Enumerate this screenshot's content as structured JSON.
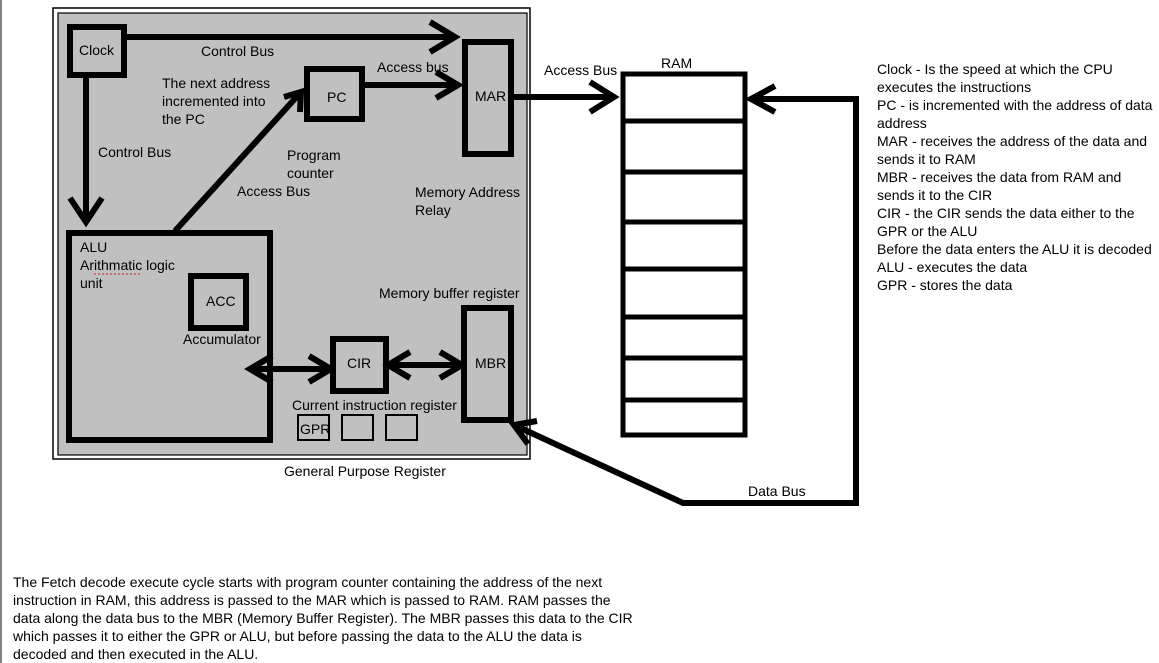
{
  "diagram": {
    "cpu": {
      "clock": "Clock",
      "pc": "PC",
      "mar": "MAR",
      "alu_title": "ALU",
      "alu_line2": "Arithmatic logic",
      "alu_line3": "unit",
      "acc": "ACC",
      "accumulator": "Accumulator",
      "cir": "CIR",
      "mbr": "MBR",
      "gpr": "GPR",
      "gpr_caption": "General Purpose Register"
    },
    "labels": {
      "control_bus_top": "Control Bus",
      "control_bus_left": "Control Bus",
      "access_bus_mar": "Access bus",
      "access_bus_ram": "Access Bus",
      "access_bus_alu": "Access Bus",
      "next_address_1": "The next address",
      "next_address_2": "incremented into",
      "next_address_3": "the PC",
      "program_counter_1": "Program",
      "program_counter_2": "counter",
      "memory_address_1": "Memory Address",
      "memory_address_2": "Relay",
      "memory_buffer": "Memory buffer register",
      "current_instruction": "Current instruction register",
      "ram": "RAM",
      "data_bus": "Data Bus"
    }
  },
  "notes": [
    "Clock - Is the speed at which the CPU executes the instructions",
    "PC - is incremented with the address of data address",
    "MAR - receives the address of the data and sends it to RAM",
    "MBR - receives the data from RAM and sends it to the CIR",
    "CIR - the CIR sends the data either to the GPR or the ALU",
    "Before the data enters the ALU it is decoded",
    "ALU - executes the data",
    "GPR - stores the data"
  ],
  "paragraph": "The Fetch decode execute cycle starts with program counter containing the address of the next instruction in RAM, this address is passed to the MAR which is passed to RAM. RAM passes the data along the data bus to the MBR (Memory Buffer Register). The MBR passes this data to the CIR which passes it to either the GPR or ALU, but before passing the data to the ALU the data is decoded and then executed in the ALU."
}
